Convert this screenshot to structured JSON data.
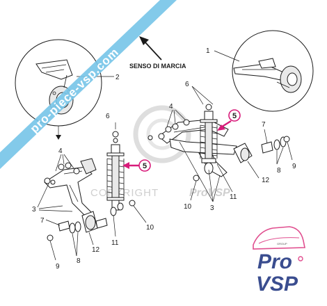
{
  "watermark": "pro-piece-vsp.com",
  "direction_label": "SENSO DI MARCIA",
  "copyright": {
    "word": "COPYRIGHT",
    "brand": "ProVSP"
  },
  "callout": "5",
  "labels": {
    "l1": "1",
    "l2": "2",
    "l3a": "3",
    "l3b": "3",
    "l4a": "4",
    "l4b": "4",
    "l5a": "5",
    "l5b": "5",
    "l6a": "6",
    "l6b": "6",
    "l7a": "7",
    "l7b": "7",
    "l8a": "8",
    "l8b": "8",
    "l9a": "9",
    "l9b": "9",
    "l10a": "10",
    "l10b": "10",
    "l11a": "11",
    "l11b": "11",
    "l12a": "12",
    "l12b": "12"
  },
  "logo": {
    "group": "GROUP",
    "line1": "Pro",
    "line2": "VSP"
  },
  "colors": {
    "watermark_band": "#78c6e8",
    "callout_accent": "#d81b7a",
    "logo_blue": "#3a4d8f",
    "logo_pink": "#e04d8e"
  }
}
